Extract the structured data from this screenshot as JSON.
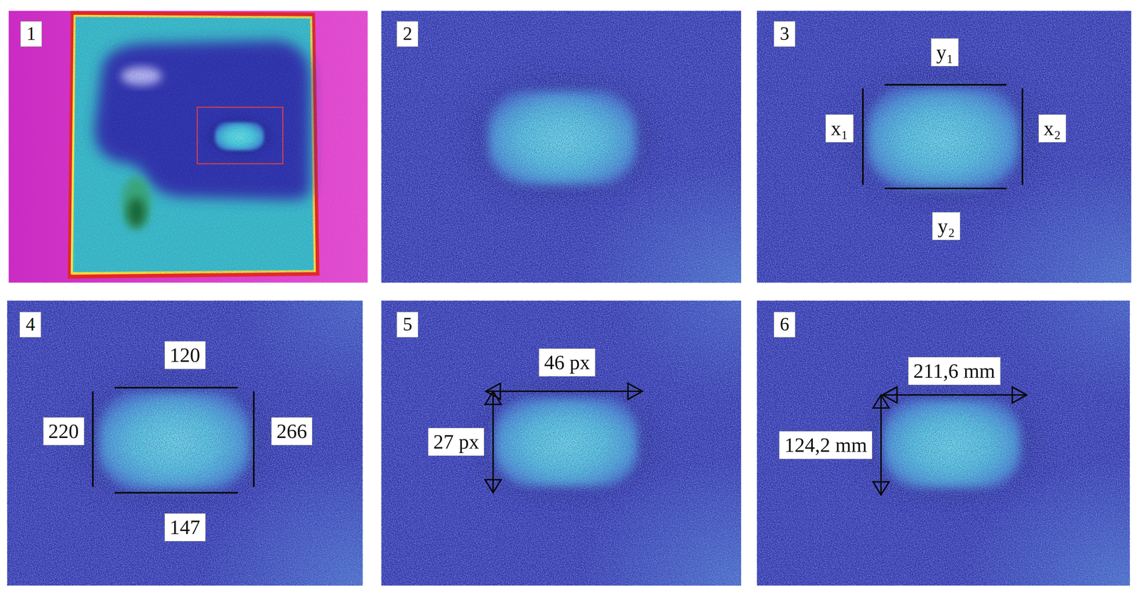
{
  "diagram": {
    "labels": [
      "1",
      "2",
      "3",
      "y₁",
      "x₁",
      "x₂",
      "y₂",
      "4",
      "120",
      "220",
      "266",
      "147",
      "5",
      "46 px",
      "27 px",
      "6",
      "211,6 mm",
      "124,2 mm"
    ]
  }
}
